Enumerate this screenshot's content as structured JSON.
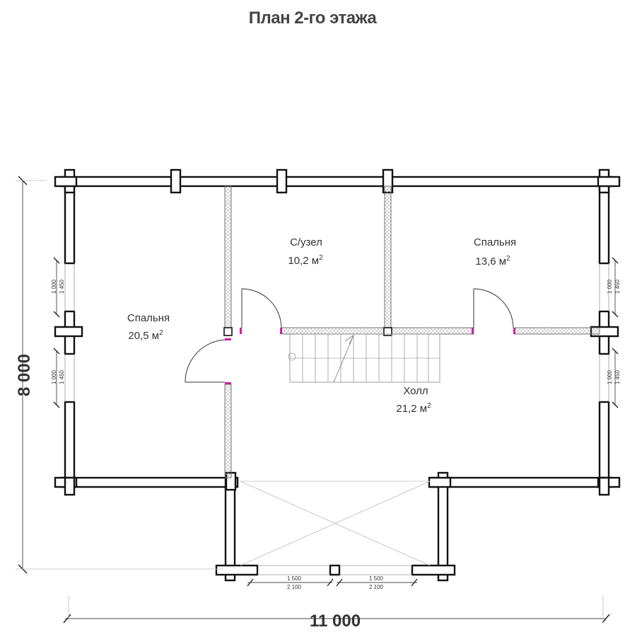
{
  "title": "План 2-го этажа",
  "rooms": [
    {
      "name": "Спальня",
      "area": "20,5 м"
    },
    {
      "name": "С/узел",
      "area": "10,2 м"
    },
    {
      "name": "Спальня",
      "area": "13,6 м"
    },
    {
      "name": "Холл",
      "area": "21,2 м"
    }
  ],
  "area_superscript": "2",
  "dimensions": {
    "total_width": "11 000",
    "total_height": "8 000",
    "window_1000": "1 000",
    "window_1450": "1 450",
    "bay_1500": "1 500",
    "bay_2100": "2 100"
  }
}
